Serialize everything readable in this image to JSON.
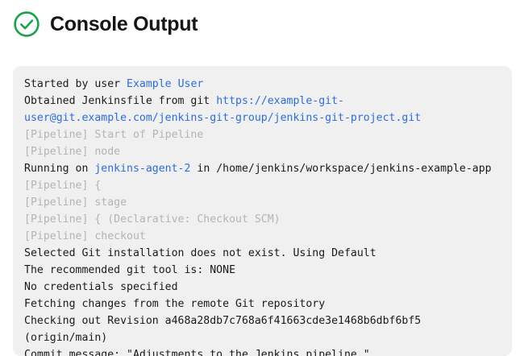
{
  "header": {
    "title": "Console Output",
    "status_icon": "check-circle-icon",
    "status_color": "#1aa34a"
  },
  "theme": {
    "page_background": "#ffffff",
    "panel_background": "#f0f0f0",
    "text_color": "#1a1a1a",
    "link_color": "#2d6cdf",
    "muted_color": "#b4b4b4"
  },
  "console": {
    "lines": [
      {
        "segments": [
          {
            "text": "Started by user ",
            "style": "plain"
          },
          {
            "text": "Example User",
            "style": "link"
          }
        ]
      },
      {
        "segments": [
          {
            "text": "Obtained Jenkinsfile from git ",
            "style": "plain"
          },
          {
            "text": "https://example-git-user@git.example.com/jenkins-git-group/jenkins-git-project.git",
            "style": "link"
          }
        ]
      },
      {
        "segments": [
          {
            "text": "[Pipeline] Start of Pipeline",
            "style": "muted"
          }
        ]
      },
      {
        "segments": [
          {
            "text": "[Pipeline] node",
            "style": "muted"
          }
        ]
      },
      {
        "segments": [
          {
            "text": "Running on ",
            "style": "plain"
          },
          {
            "text": "jenkins-agent-2",
            "style": "link"
          },
          {
            "text": " in /home/jenkins/workspace/jenkins-example-app",
            "style": "plain"
          }
        ]
      },
      {
        "segments": [
          {
            "text": "[Pipeline] {",
            "style": "muted"
          }
        ]
      },
      {
        "segments": [
          {
            "text": "[Pipeline] stage",
            "style": "muted"
          }
        ]
      },
      {
        "segments": [
          {
            "text": "[Pipeline] { (Declarative: Checkout SCM)",
            "style": "muted"
          }
        ]
      },
      {
        "segments": [
          {
            "text": "[Pipeline] checkout",
            "style": "muted"
          }
        ]
      },
      {
        "segments": [
          {
            "text": "Selected Git installation does not exist. Using Default",
            "style": "plain"
          }
        ]
      },
      {
        "segments": [
          {
            "text": "The recommended git tool is: NONE",
            "style": "plain"
          }
        ]
      },
      {
        "segments": [
          {
            "text": "No credentials specified",
            "style": "plain"
          }
        ]
      },
      {
        "segments": [
          {
            "text": "Fetching changes from the remote Git repository",
            "style": "plain"
          }
        ]
      },
      {
        "segments": [
          {
            "text": "Checking out Revision a468a28db7c768a6f41663cde3e1468b6dbf6bf5 (origin/main)",
            "style": "plain"
          }
        ]
      },
      {
        "segments": [
          {
            "text": "Commit message: \"Adjustments to the Jenkins pipeline.\"",
            "style": "plain"
          }
        ]
      }
    ]
  }
}
